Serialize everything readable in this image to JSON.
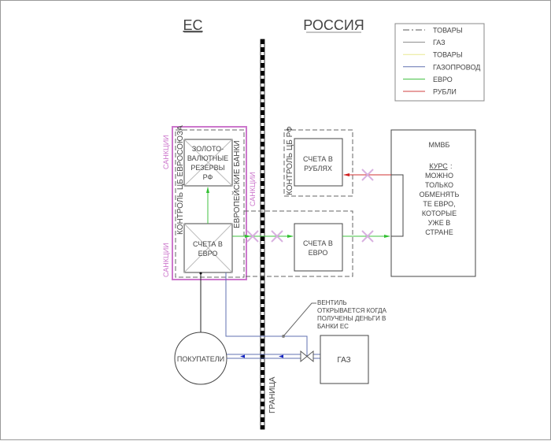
{
  "headers": {
    "eu": "ЕС",
    "russia": "РОССИЯ"
  },
  "legend": [
    {
      "label": "ТОВАРЫ",
      "color": "#555555",
      "style": "dashdot"
    },
    {
      "label": "ГАЗ",
      "color": "#888888",
      "style": "solid"
    },
    {
      "label": "ТОВАРЫ",
      "color": "#e8e890",
      "style": "solid"
    },
    {
      "label": "ГАЗОПРОВОД",
      "color": "#6070b0",
      "style": "solid"
    },
    {
      "label": "ЕВРО",
      "color": "#40c040",
      "style": "solid"
    },
    {
      "label": "РУБЛИ",
      "color": "#d04040",
      "style": "solid"
    }
  ],
  "eu": {
    "sanctions": "САНКЦИИ",
    "cb_control": "КОНТРОЛЬ ЦБ ЕВРОСОЮЗА",
    "eu_banks": "ЕВРОПЕЙСКИЕ БАНКИ",
    "reserves": [
      "ЗОЛОТО-",
      "ВАЛЮТНЫЕ",
      "РЕЗЕРВЫ",
      "РФ"
    ],
    "euro_accounts": [
      "СЧЕТА В",
      "ЕВРО"
    ],
    "buyers": "ПОКУПАТЕЛИ"
  },
  "russia": {
    "cb_control": "КОНТРОЛЬ ЦБ РФ",
    "ruble_accounts": [
      "СЧЕТА В",
      "РУБЛЯХ"
    ],
    "euro_accounts": [
      "СЧЕТА В",
      "ЕВРО"
    ],
    "mmvb": "ММВБ",
    "rate_label": "КУРС",
    "rate_text": [
      "МОЖНО",
      "ТОЛЬКО",
      "ОБМЕНЯТЬ",
      "ТЕ ЕВРО,",
      "КОТОРЫЕ",
      "УЖЕ В",
      "СТРАНЕ"
    ],
    "gas": "ГАЗ"
  },
  "valve_note": [
    "ВЕНТИЛЬ",
    "ОТКРЫВАЕТСЯ КОГДА",
    "ПОЛУЧЕНЫ ДЕНЬГИ В",
    "БАНКИ ЕС"
  ],
  "border_label": "ГРАНИЦА",
  "colors": {
    "sanctions": "#cc77cc",
    "x_mark": "#d8b0e0",
    "euro": "#40c040",
    "ruble": "#d03030",
    "pipe": "#4050b0"
  }
}
